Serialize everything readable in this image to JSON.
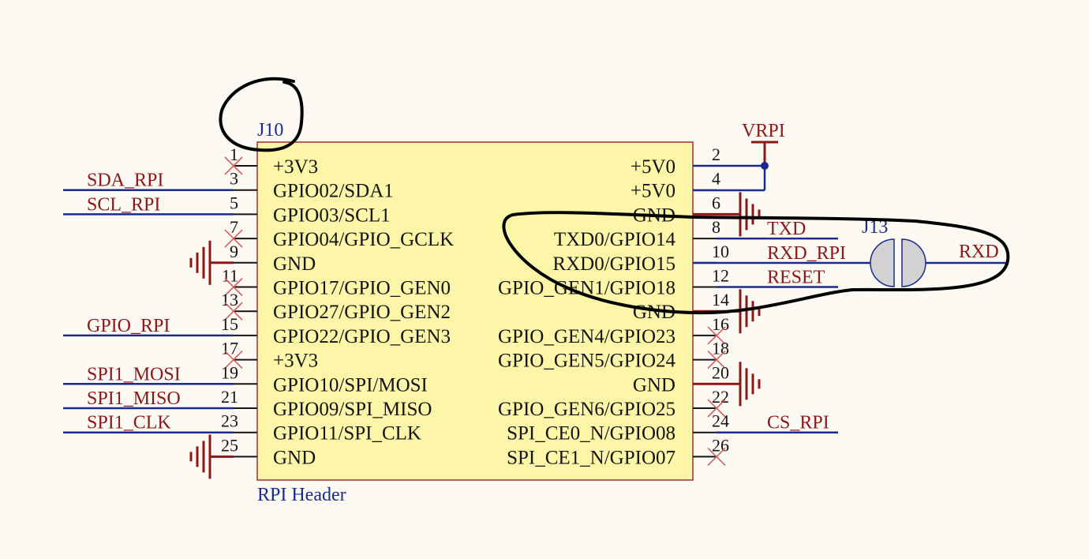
{
  "component": {
    "designator": "J10",
    "comment": "RPI Header",
    "left_pins": [
      {
        "num": "1",
        "name": "+3V3",
        "net": "",
        "nc": true,
        "gnd": false
      },
      {
        "num": "3",
        "name": "GPIO02/SDA1",
        "net": "SDA_RPI",
        "nc": false,
        "gnd": false
      },
      {
        "num": "5",
        "name": "GPIO03/SCL1",
        "net": "SCL_RPI",
        "nc": false,
        "gnd": false
      },
      {
        "num": "7",
        "name": "GPIO04/GPIO_GCLK",
        "net": "",
        "nc": true,
        "gnd": false
      },
      {
        "num": "9",
        "name": "GND",
        "net": "",
        "nc": false,
        "gnd": true
      },
      {
        "num": "11",
        "name": "GPIO17/GPIO_GEN0",
        "net": "",
        "nc": true,
        "gnd": false
      },
      {
        "num": "13",
        "name": "GPIO27/GPIO_GEN2",
        "net": "",
        "nc": true,
        "gnd": false
      },
      {
        "num": "15",
        "name": "GPIO22/GPIO_GEN3",
        "net": "GPIO_RPI",
        "nc": false,
        "gnd": false
      },
      {
        "num": "17",
        "name": "+3V3",
        "net": "",
        "nc": true,
        "gnd": false
      },
      {
        "num": "19",
        "name": "GPIO10/SPI/MOSI",
        "net": "SPI1_MOSI",
        "nc": false,
        "gnd": false
      },
      {
        "num": "21",
        "name": "GPIO09/SPI_MISO",
        "net": "SPI1_MISO",
        "nc": false,
        "gnd": false
      },
      {
        "num": "23",
        "name": "GPIO11/SPI_CLK",
        "net": "SPI1_CLK",
        "nc": false,
        "gnd": false
      },
      {
        "num": "25",
        "name": "GND",
        "net": "",
        "nc": false,
        "gnd": true
      }
    ],
    "right_pins": [
      {
        "num": "2",
        "name": "+5V0",
        "net": "",
        "nc": false,
        "gnd": false
      },
      {
        "num": "4",
        "name": "+5V0",
        "net": "",
        "nc": false,
        "gnd": false
      },
      {
        "num": "6",
        "name": "GND",
        "net": "",
        "nc": false,
        "gnd": true
      },
      {
        "num": "8",
        "name": "TXD0/GPIO14",
        "net": "TXD",
        "nc": false,
        "gnd": false
      },
      {
        "num": "10",
        "name": "RXD0/GPIO15",
        "net": "RXD_RPI",
        "nc": false,
        "gnd": false
      },
      {
        "num": "12",
        "name": "GPIO_GEN1/GPIO18",
        "net": "RESET",
        "nc": false,
        "gnd": false
      },
      {
        "num": "14",
        "name": "GND",
        "net": "",
        "nc": false,
        "gnd": true
      },
      {
        "num": "16",
        "name": "GPIO_GEN4/GPIO23",
        "net": "",
        "nc": true,
        "gnd": false
      },
      {
        "num": "18",
        "name": "GPIO_GEN5/GPIO24",
        "net": "",
        "nc": true,
        "gnd": false
      },
      {
        "num": "20",
        "name": "GND",
        "net": "",
        "nc": false,
        "gnd": true
      },
      {
        "num": "22",
        "name": "GPIO_GEN6/GPIO25",
        "net": "",
        "nc": true,
        "gnd": false
      },
      {
        "num": "24",
        "name": "SPI_CE0_N/GPIO08",
        "net": "CS_RPI",
        "nc": false,
        "gnd": false
      },
      {
        "num": "26",
        "name": "SPI_CE1_N/GPIO07",
        "net": "",
        "nc": true,
        "gnd": false
      }
    ]
  },
  "power_port": "VRPI",
  "jumper": {
    "designator": "J13",
    "net_out": "RXD"
  },
  "colors": {
    "body": "#fdf6a8",
    "body_border": "#a03030",
    "wire": "#1a2a8c",
    "net": "#8a1818",
    "nc": "#d06060"
  }
}
